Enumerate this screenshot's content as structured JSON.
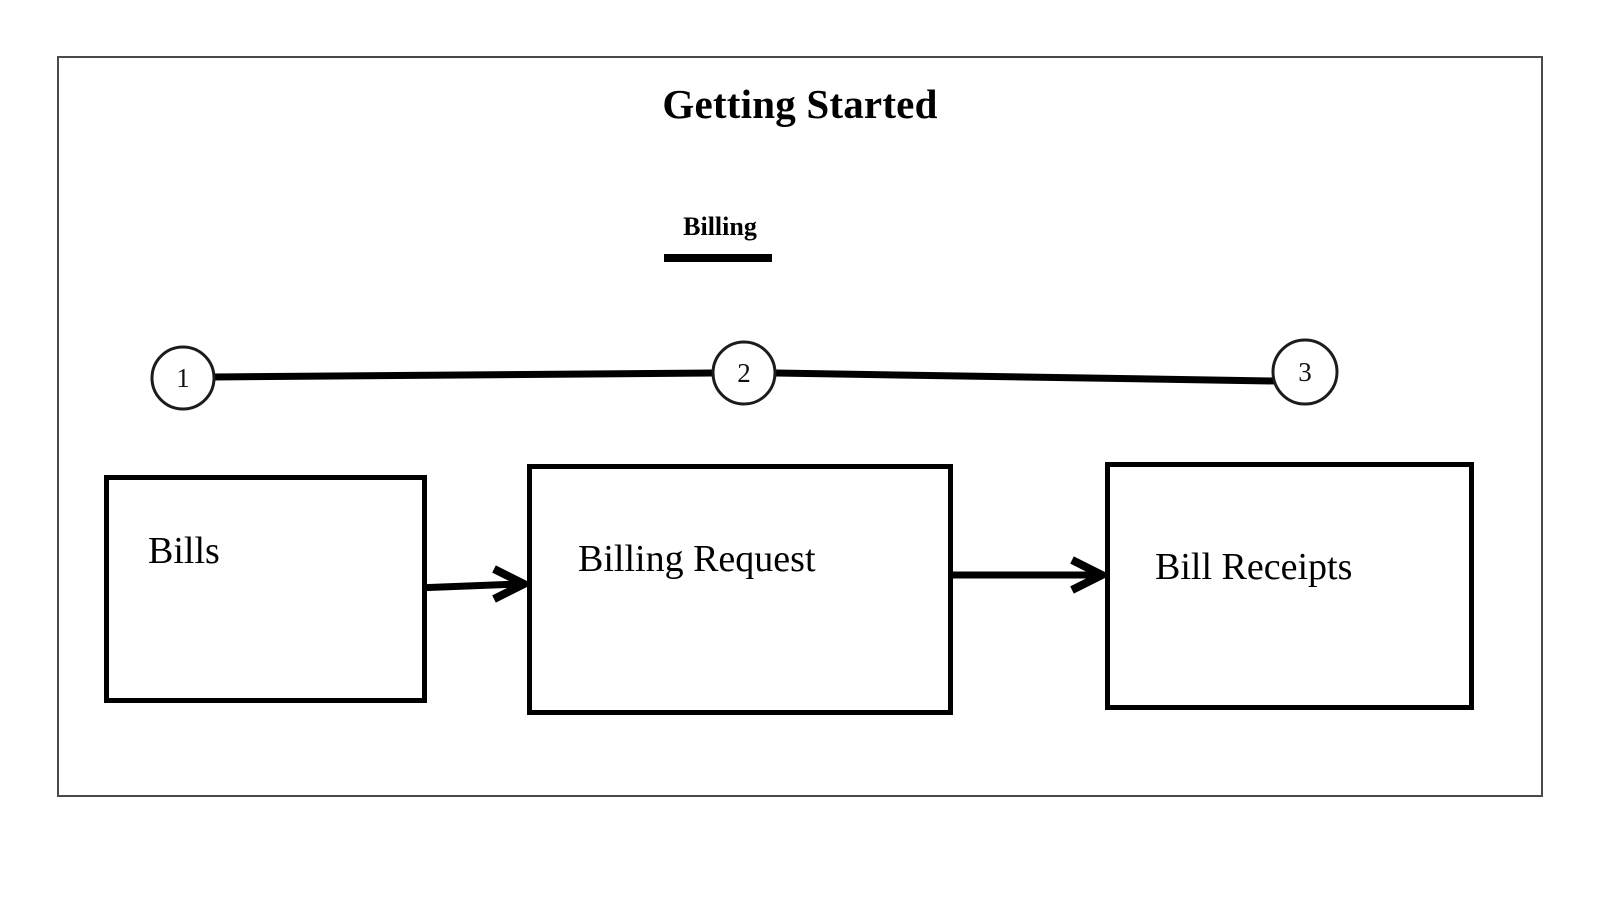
{
  "document": {
    "title": "Getting Started",
    "section_heading": "Billing"
  },
  "timeline": {
    "steps": [
      {
        "number": "1",
        "label_for": "Bills"
      },
      {
        "number": "2",
        "label_for": "Billing Request"
      },
      {
        "number": "3",
        "label_for": "Bill Receipts"
      }
    ]
  },
  "flow": {
    "boxes": [
      {
        "id": "bills",
        "label": "Bills"
      },
      {
        "id": "billing-request",
        "label": "Billing Request"
      },
      {
        "id": "bill-receipts",
        "label": "Bill Receipts"
      }
    ],
    "connectors": [
      {
        "from": "bills",
        "to": "billing-request",
        "type": "arrow"
      },
      {
        "from": "billing-request",
        "to": "bill-receipts",
        "type": "arrow"
      }
    ]
  },
  "colors": {
    "frame_border": "#4a4a4a",
    "stroke": "#000000",
    "background": "#ffffff",
    "text": "#000000"
  }
}
